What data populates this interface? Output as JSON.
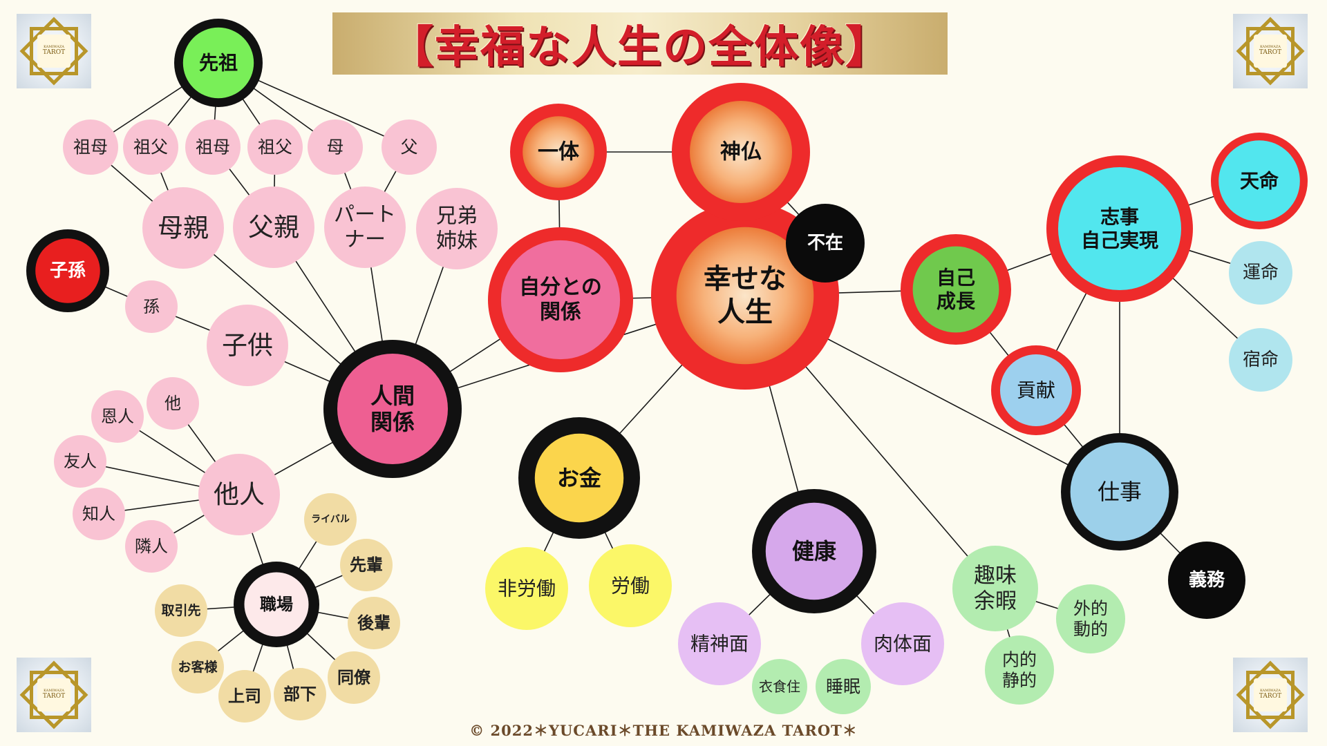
{
  "title": "【幸福な人生の全体像】",
  "logo": {
    "line1": "KAMIWAZA",
    "line2": "TAROT"
  },
  "footer": "© 2022＊YUCARI＊THE KAMIWAZA TAROT＊",
  "nodes": [
    {
      "id": "center",
      "label": "幸せな\n人生",
      "style": "center"
    },
    {
      "id": "shinbutsu",
      "label": "神仏",
      "style": "redOrange"
    },
    {
      "id": "ittai",
      "label": "一体",
      "style": "redOrange"
    },
    {
      "id": "fuzai",
      "label": "不在",
      "style": "black"
    },
    {
      "id": "jibun",
      "label": "自分との\n関係",
      "style": "redPink"
    },
    {
      "id": "ningen",
      "label": "人間\n関係",
      "style": "blackPink"
    },
    {
      "id": "okane",
      "label": "お金",
      "style": "blackYellow"
    },
    {
      "id": "hirodo",
      "label": "非労働",
      "style": "yellow"
    },
    {
      "id": "rodo",
      "label": "労働",
      "style": "yellow"
    },
    {
      "id": "kenko",
      "label": "健康",
      "style": "blackPurple"
    },
    {
      "id": "seishin",
      "label": "精神面",
      "style": "purple"
    },
    {
      "id": "nikutai",
      "label": "肉体面",
      "style": "purple"
    },
    {
      "id": "ishokuju",
      "label": "衣食住",
      "style": "green"
    },
    {
      "id": "suimin",
      "label": "睡眠",
      "style": "green"
    },
    {
      "id": "shumi",
      "label": "趣味\n余暇",
      "style": "green"
    },
    {
      "id": "gaiteki",
      "label": "外的\n動的",
      "style": "green"
    },
    {
      "id": "naiteki",
      "label": "内的\n静的",
      "style": "green"
    },
    {
      "id": "shigoto",
      "label": "仕事",
      "style": "blackBlue"
    },
    {
      "id": "gimu",
      "label": "義務",
      "style": "black"
    },
    {
      "id": "kouken",
      "label": "貢献",
      "style": "redBlue"
    },
    {
      "id": "jikoseicho",
      "label": "自己\n成長",
      "style": "redGreen"
    },
    {
      "id": "shiji",
      "label": "志事\n自己実現",
      "style": "redCyan"
    },
    {
      "id": "tenmei",
      "label": "天命",
      "style": "redCyan"
    },
    {
      "id": "unmei",
      "label": "運命",
      "style": "cyan"
    },
    {
      "id": "shukumei",
      "label": "宿命",
      "style": "cyan"
    },
    {
      "id": "senzo",
      "label": "先祖",
      "style": "blackGreen"
    },
    {
      "id": "sobo1",
      "label": "祖母",
      "style": "pink"
    },
    {
      "id": "sofu1",
      "label": "祖父",
      "style": "pink"
    },
    {
      "id": "sobo2",
      "label": "祖母",
      "style": "pink"
    },
    {
      "id": "sofu2",
      "label": "祖父",
      "style": "pink"
    },
    {
      "id": "haha",
      "label": "母",
      "style": "pink"
    },
    {
      "id": "chichi",
      "label": "父",
      "style": "pink"
    },
    {
      "id": "hahaoya",
      "label": "母親",
      "style": "pink"
    },
    {
      "id": "chichioya",
      "label": "父親",
      "style": "pink"
    },
    {
      "id": "partner",
      "label": "パート\nナー",
      "style": "pink"
    },
    {
      "id": "kyodai",
      "label": "兄弟\n姉妹",
      "style": "pink"
    },
    {
      "id": "shison",
      "label": "子孫",
      "style": "blackRed"
    },
    {
      "id": "mago",
      "label": "孫",
      "style": "pink"
    },
    {
      "id": "kodomo",
      "label": "子供",
      "style": "pink"
    },
    {
      "id": "tanin",
      "label": "他人",
      "style": "pink"
    },
    {
      "id": "ta",
      "label": "他",
      "style": "pink"
    },
    {
      "id": "onjin",
      "label": "恩人",
      "style": "pink"
    },
    {
      "id": "yujin",
      "label": "友人",
      "style": "pink"
    },
    {
      "id": "chijin",
      "label": "知人",
      "style": "pink"
    },
    {
      "id": "rinjin",
      "label": "隣人",
      "style": "pink"
    },
    {
      "id": "shokuba",
      "label": "職場",
      "style": "blackBeige"
    },
    {
      "id": "rival",
      "label": "ライバル",
      "style": "beige"
    },
    {
      "id": "senpai",
      "label": "先輩",
      "style": "beige"
    },
    {
      "id": "kohai",
      "label": "後輩",
      "style": "beige"
    },
    {
      "id": "doryo",
      "label": "同僚",
      "style": "beige"
    },
    {
      "id": "buka",
      "label": "部下",
      "style": "beige"
    },
    {
      "id": "joshi",
      "label": "上司",
      "style": "beige"
    },
    {
      "id": "okyaku",
      "label": "お客様",
      "style": "beige"
    },
    {
      "id": "torihiki",
      "label": "取引先",
      "style": "beige"
    }
  ],
  "links": [
    [
      "center",
      "shinbutsu"
    ],
    [
      "shinbutsu",
      "ittai"
    ],
    [
      "shinbutsu",
      "fuzai"
    ],
    [
      "ittai",
      "jibun"
    ],
    [
      "center",
      "jibun"
    ],
    [
      "center",
      "ningen"
    ],
    [
      "center",
      "okane"
    ],
    [
      "center",
      "kenko"
    ],
    [
      "center",
      "shumi"
    ],
    [
      "center",
      "shigoto"
    ],
    [
      "center",
      "jikoseicho"
    ],
    [
      "jibun",
      "ningen"
    ],
    [
      "okane",
      "hirodo"
    ],
    [
      "okane",
      "rodo"
    ],
    [
      "kenko",
      "seishin"
    ],
    [
      "kenko",
      "nikutai"
    ],
    [
      "shumi",
      "gaiteki"
    ],
    [
      "shumi",
      "naiteki"
    ],
    [
      "shigoto",
      "gimu"
    ],
    [
      "shigoto",
      "kouken"
    ],
    [
      "shigoto",
      "shiji"
    ],
    [
      "jikoseicho",
      "shiji"
    ],
    [
      "jikoseicho",
      "kouken"
    ],
    [
      "shiji",
      "kouken"
    ],
    [
      "shiji",
      "tenmei"
    ],
    [
      "shiji",
      "unmei"
    ],
    [
      "shiji",
      "shukumei"
    ],
    [
      "senzo",
      "sobo1"
    ],
    [
      "senzo",
      "sofu1"
    ],
    [
      "senzo",
      "sobo2"
    ],
    [
      "senzo",
      "sofu2"
    ],
    [
      "senzo",
      "haha"
    ],
    [
      "senzo",
      "chichi"
    ],
    [
      "sobo1",
      "hahaoya"
    ],
    [
      "sofu1",
      "hahaoya"
    ],
    [
      "sobo2",
      "chichioya"
    ],
    [
      "sofu2",
      "chichioya"
    ],
    [
      "haha",
      "partner"
    ],
    [
      "chichi",
      "partner"
    ],
    [
      "hahaoya",
      "ningen"
    ],
    [
      "chichioya",
      "ningen"
    ],
    [
      "partner",
      "ningen"
    ],
    [
      "kyodai",
      "ningen"
    ],
    [
      "kodomo",
      "ningen"
    ],
    [
      "tanin",
      "ningen"
    ],
    [
      "shison",
      "mago"
    ],
    [
      "mago",
      "kodomo"
    ],
    [
      "ta",
      "tanin"
    ],
    [
      "onjin",
      "tanin"
    ],
    [
      "yujin",
      "tanin"
    ],
    [
      "chijin",
      "tanin"
    ],
    [
      "rinjin",
      "tanin"
    ],
    [
      "tanin",
      "shokuba"
    ],
    [
      "shokuba",
      "rival"
    ],
    [
      "shokuba",
      "senpai"
    ],
    [
      "shokuba",
      "kohai"
    ],
    [
      "shokuba",
      "doryo"
    ],
    [
      "shokuba",
      "buka"
    ],
    [
      "shokuba",
      "joshi"
    ],
    [
      "shokuba",
      "okyaku"
    ],
    [
      "shokuba",
      "torihiki"
    ]
  ]
}
